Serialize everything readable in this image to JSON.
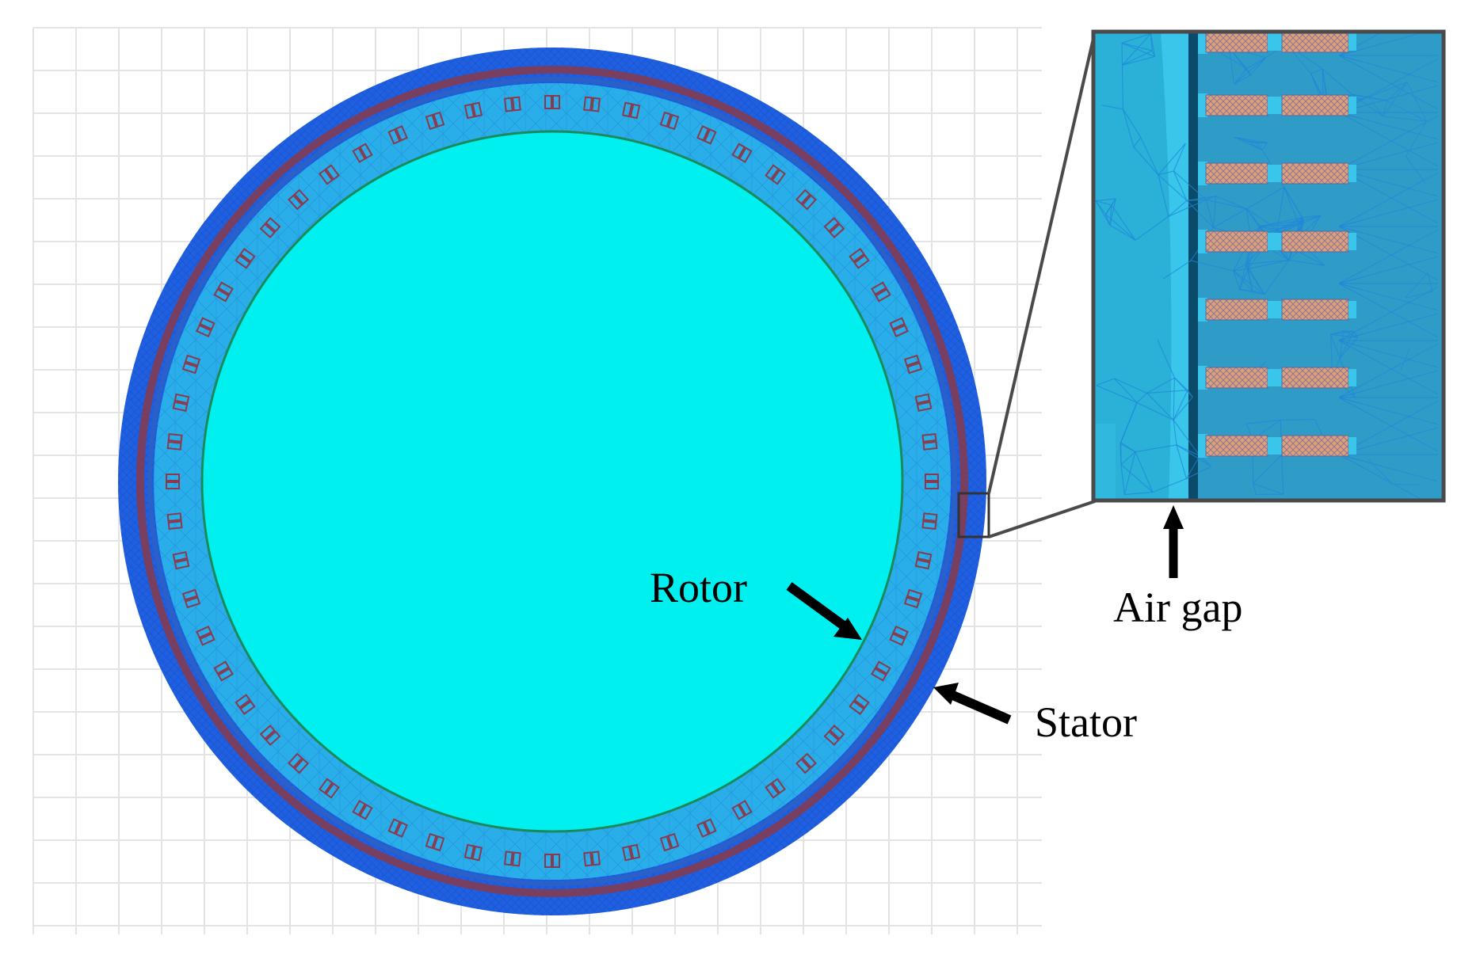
{
  "labels": {
    "rotor": "Rotor",
    "stator": "Stator",
    "air_gap": "Air gap"
  },
  "colors": {
    "background": "#ffffff",
    "grid": "#e6e6e6",
    "rotor_fill": "#00f0f0",
    "rotor_edge": "#1a8a5a",
    "stator_mid": "#29aeea",
    "stator_outer": "#1f5fe0",
    "coil_ring": "#8a3a4a",
    "slot_outline": "#8a3a4a",
    "inset_frame": "#4a4a4a",
    "inset_bg": "#2f9cc8",
    "inset_rotor": "#2bb0d8",
    "inset_gap": "#0a4a6a",
    "coil_fill": "#d9a27a",
    "arrow": "#000000"
  }
}
